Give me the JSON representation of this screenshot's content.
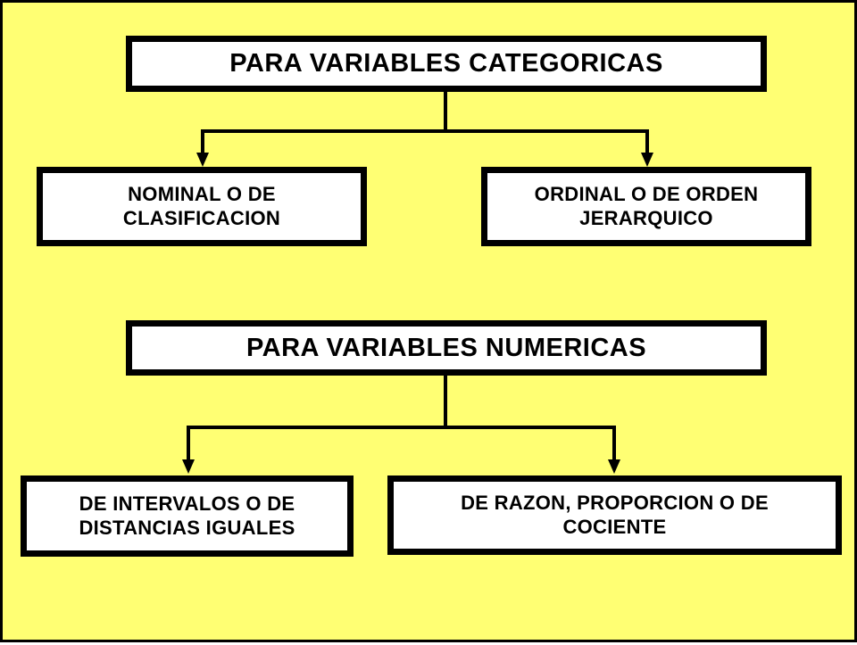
{
  "diagram": {
    "background_color": "#ffff73",
    "border_color": "#000000",
    "box_fill": "#ffffff",
    "categorical": {
      "header": "PARA VARIABLES CATEGORICAS",
      "children": [
        {
          "line1": "NOMINAL O DE",
          "line2": "CLASIFICACION"
        },
        {
          "line1": "ORDINAL O DE ORDEN",
          "line2": "JERARQUICO"
        }
      ]
    },
    "numerical": {
      "header": "PARA VARIABLES NUMERICAS",
      "children": [
        {
          "line1": "DE INTERVALOS O DE",
          "line2": "DISTANCIAS IGUALES"
        },
        {
          "line1": "DE RAZON, PROPORCION O DE",
          "line2": "COCIENTE"
        }
      ]
    }
  }
}
